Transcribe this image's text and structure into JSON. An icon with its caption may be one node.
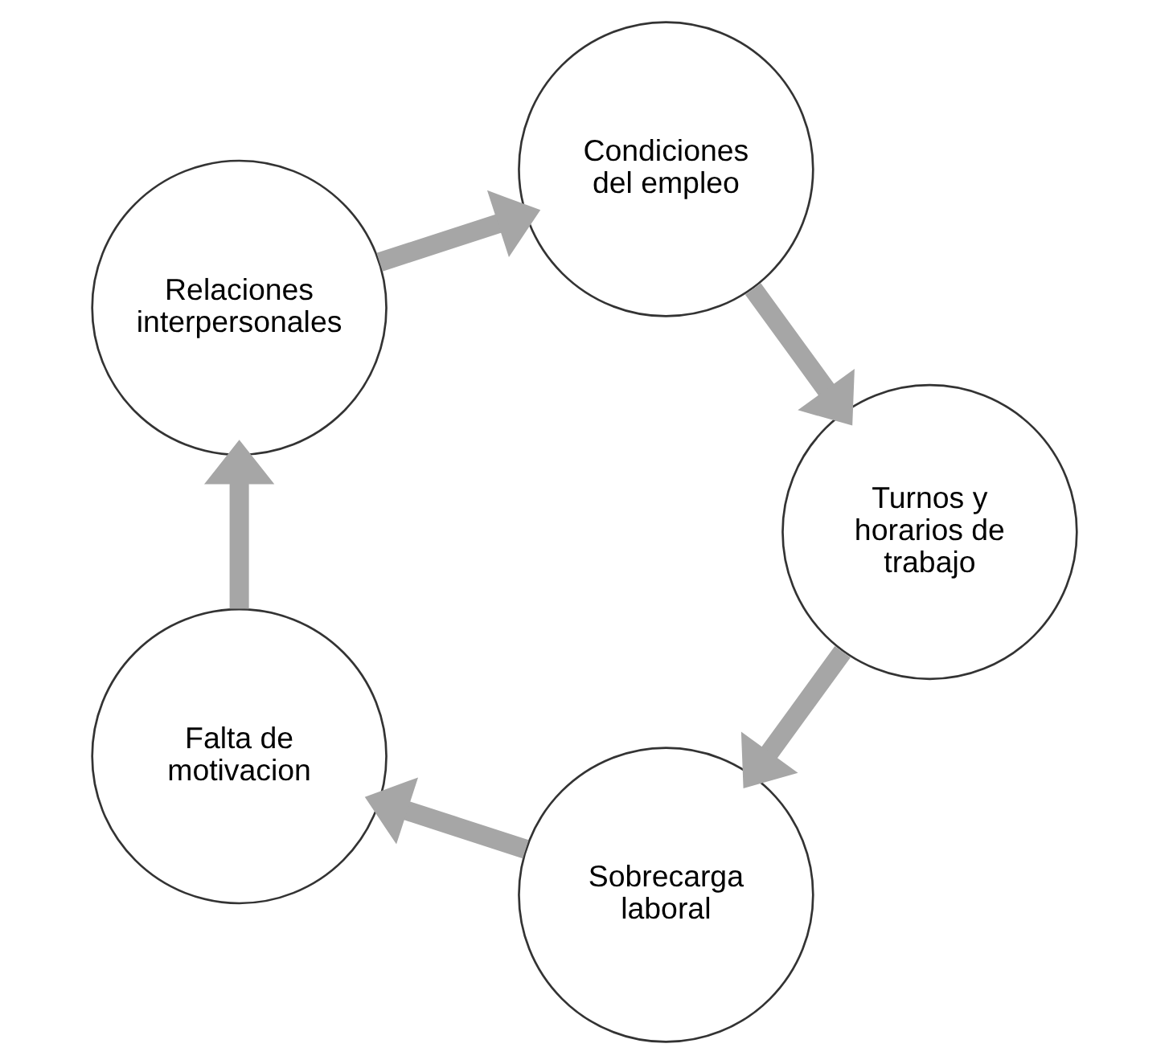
{
  "diagram": {
    "nodes": [
      {
        "text": [
          "Sobrecarga laboral"
        ]
      },
      {
        "text": [
          "Falta de motivacion"
        ]
      },
      {
        "text": [
          "Relaciones interpersonales"
        ]
      },
      {
        "text": [
          "Condiciones del empleo"
        ]
      },
      {
        "text": [
          "Turnos y horarios de trabajo"
        ]
      }
    ],
    "edges": [
      {
        "from": 0,
        "to": 1,
        "arrow": "to"
      },
      {
        "from": 1,
        "to": 2,
        "arrow": "to"
      },
      {
        "from": 2,
        "to": 3,
        "arrow": "to"
      },
      {
        "from": 3,
        "to": 4,
        "arrow": "to"
      },
      {
        "from": 4,
        "to": 0,
        "arrow": "to"
      }
    ]
  }
}
